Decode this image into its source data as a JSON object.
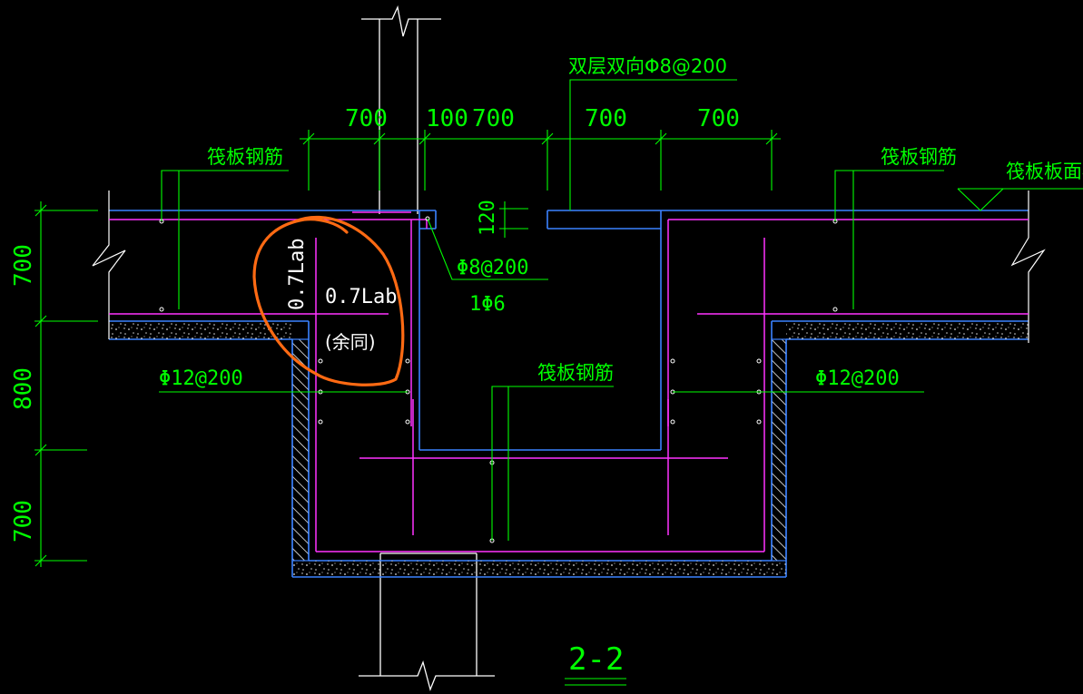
{
  "colors": {
    "background": "#000000",
    "dimension": "#00ff00",
    "concrete_outline": "#3b82ff",
    "rebar": "#ff33ff",
    "text_white": "#ffffff",
    "hatch": "#ffffff",
    "annotation_circle": "#ff6a13",
    "section_title": "#00ff00"
  },
  "top_dimensions": {
    "d1": "700",
    "d2": "100",
    "d3": "700",
    "d4": "700",
    "d5": "700"
  },
  "left_dimensions": {
    "d1": "700",
    "d2": "800",
    "d3": "700"
  },
  "labels": {
    "double_layer": "双层双向Φ8@200",
    "raft_rebar_left": "筏板钢筋",
    "raft_rebar_right": "筏板钢筋",
    "raft_rebar_center": "筏板钢筋",
    "raft_top_elev": "筏板板面标",
    "thickness_120": "120",
    "phi8_200": "Φ8@200",
    "one_phi6": "1Φ6",
    "phi12_left": "Φ12@200",
    "phi12_right": "Φ12@200"
  },
  "annotation": {
    "vertical_text": "0.7Lab",
    "line1": "0.7Lab",
    "line2": "(余同)"
  },
  "section_title": "2-2"
}
